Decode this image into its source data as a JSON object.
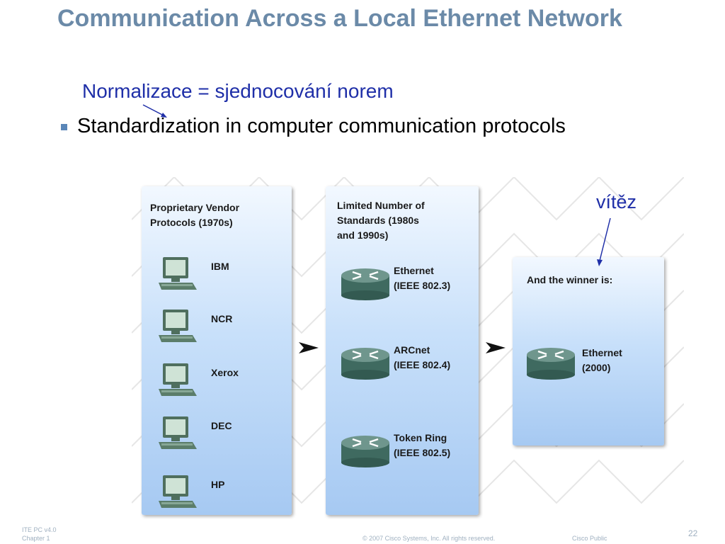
{
  "slide": {
    "title": "Communication Across a Local Ethernet Network",
    "czech_note": "Normalizace = sjednocování norem",
    "bullet": "Standardization in computer communication protocols",
    "annotation": "vítěz"
  },
  "diagram": {
    "panels": [
      {
        "title": "Proprietary Vendor\nProtocols  (1970s)",
        "items": [
          "IBM",
          "NCR",
          "Xerox",
          "DEC",
          "HP"
        ],
        "item_icon": "computer-icon"
      },
      {
        "title": "Limited Number of\nStandards  (1980s\nand 1990s)",
        "items": [
          "Ethernet\n(IEEE 802.3)",
          "ARCnet\n(IEEE 802.4)",
          "Token Ring\n(IEEE 802.5)"
        ],
        "item_icon": "router-icon"
      },
      {
        "title": "And the winner is:",
        "items": [
          "Ethernet\n(2000)"
        ],
        "item_icon": "router-icon"
      }
    ]
  },
  "footer": {
    "course": "ITE PC v4.0",
    "chapter": "Chapter 1",
    "copyright": "© 2007 Cisco Systems, Inc. All rights reserved.",
    "classification": "Cisco Public",
    "page_number": "22"
  },
  "colors": {
    "title": "#6b8aa8",
    "annotation": "#1f2fa8",
    "panel_top": "#f2f8ff",
    "panel_bottom": "#a6c9f2"
  }
}
